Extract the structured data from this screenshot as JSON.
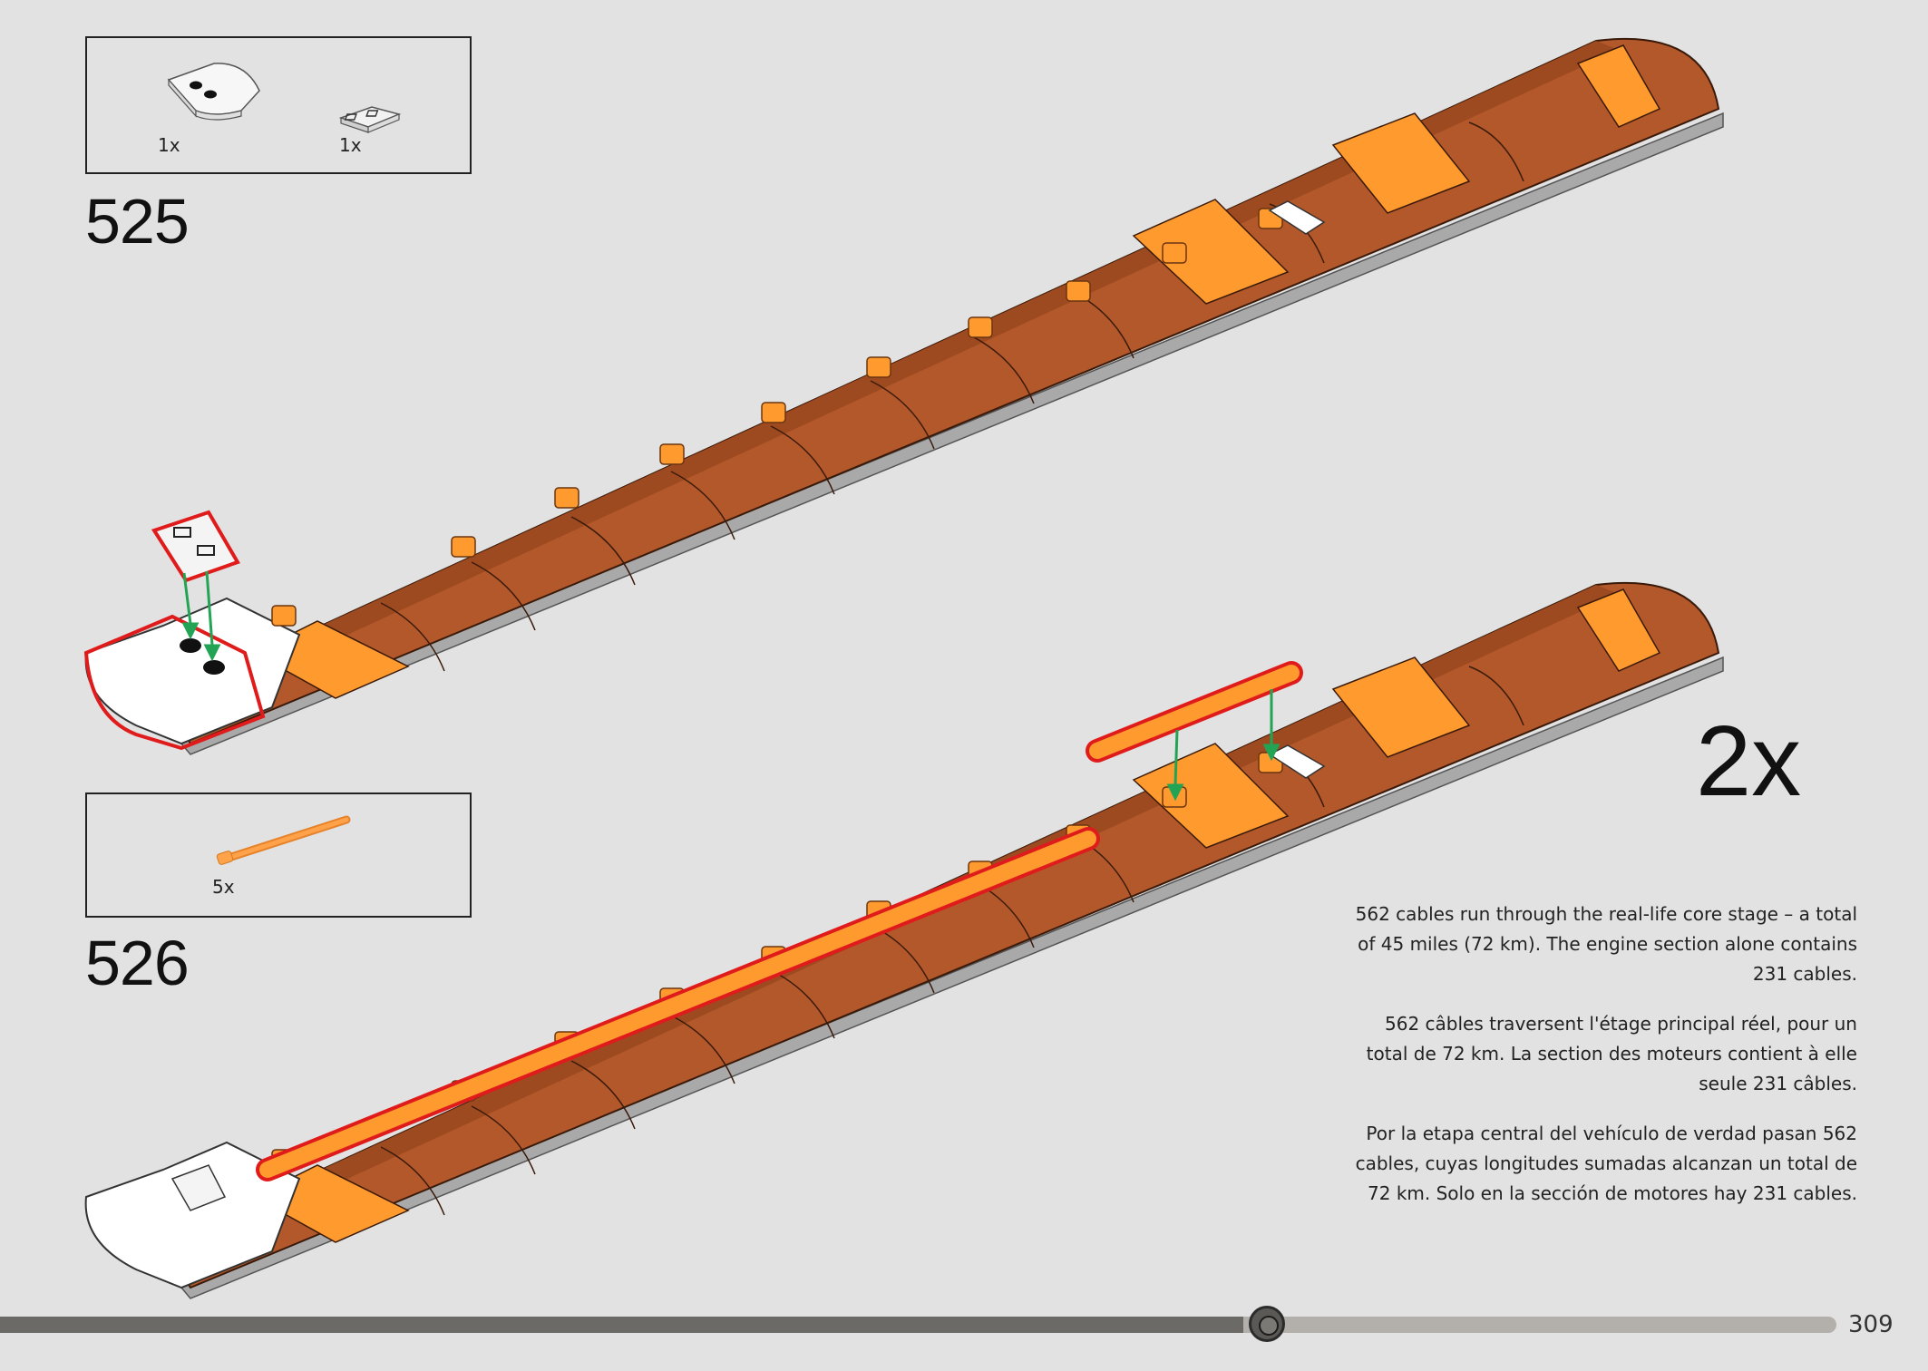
{
  "steps": [
    {
      "number": "525",
      "parts": [
        {
          "qty": "1x",
          "icon": "slope-curved-plate-icon"
        },
        {
          "qty": "1x",
          "icon": "tile-plate-icon"
        }
      ]
    },
    {
      "number": "526",
      "parts": [
        {
          "qty": "5x",
          "icon": "orange-bar-icon"
        }
      ]
    }
  ],
  "multiplier": "2x",
  "facts": {
    "en": "562 cables run through the real-life core stage – a total of 45 miles (72 km). The engine section alone contains 231 cables.",
    "fr": "562 câbles traversent l'étage principal réel, pour un total de 72 km. La section des moteurs contient à elle seule 231 câbles.",
    "es": "Por la etapa central del vehículo de verdad pasan 562 cables, cuyas longitudes sumadas alcanzan un total de 72 km. Solo en la sección de motores hay 231 cables."
  },
  "progress": {
    "fraction": 0.69
  },
  "page_number": "309",
  "colors": {
    "brown": "#b3582a",
    "orange": "#ff9a2e",
    "highlight": "#e01b1b",
    "arrow": "#23a455"
  }
}
